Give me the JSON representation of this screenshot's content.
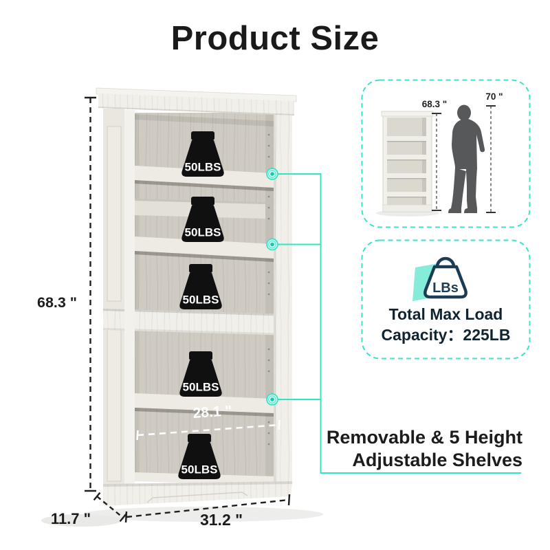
{
  "title": "Product Size",
  "accent_color": "#2fe5c6",
  "navy_color": "#1c3c53",
  "bookcase": {
    "weight_labels": [
      "50LBS",
      "50LBS",
      "50LBS",
      "50LBS",
      "50LBS"
    ],
    "height_label": "68.3 \"",
    "depth_label": "11.7 \"",
    "width_label": "31.2 \"",
    "inner_width_label": "28.1 \""
  },
  "comparison": {
    "item_height_label": "68.3 \"",
    "person_height_label": "70 \""
  },
  "capacity": {
    "badge_text": "LBs",
    "line1": "Total Max Load",
    "line2": "Capacity：225LB"
  },
  "feature": {
    "line1": "Removable & 5 Height",
    "line2": "Adjustable Shelves"
  }
}
